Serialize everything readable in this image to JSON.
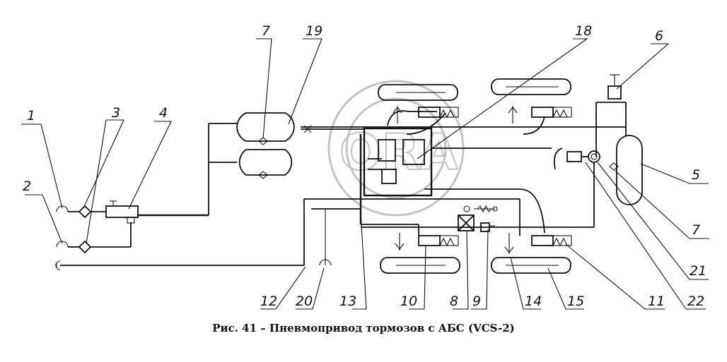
{
  "caption": "Рис. 41 – Пневмопривод тормозов с АБС (VCS-2)",
  "callouts": [
    "1",
    "2",
    "3",
    "4",
    "5",
    "6",
    "7",
    "19",
    "18",
    "7",
    "21",
    "22",
    "11",
    "15",
    "14",
    "9",
    "8",
    "10",
    "13",
    "20",
    "12"
  ],
  "watermark": "ORA",
  "colors": {
    "ink": "#111111",
    "watermark": "#c4c4c4"
  }
}
